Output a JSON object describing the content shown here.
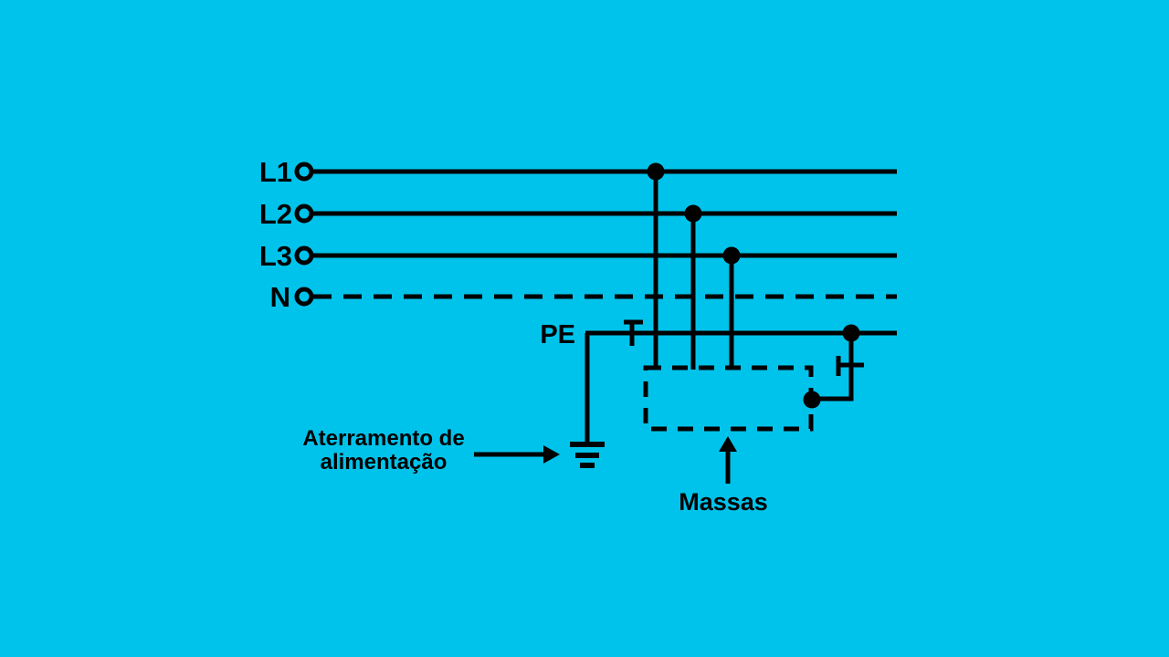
{
  "colors": {
    "background": "#00C3EB",
    "ink": "#000000"
  },
  "diagram": {
    "conductors": [
      {
        "label": "L1",
        "line_style": "solid",
        "terminal": "open-circle"
      },
      {
        "label": "L2",
        "line_style": "solid",
        "terminal": "open-circle"
      },
      {
        "label": "L3",
        "line_style": "solid",
        "terminal": "open-circle"
      },
      {
        "label": "N",
        "line_style": "dashed",
        "terminal": "open-circle"
      },
      {
        "label": "PE",
        "line_style": "solid",
        "terminal": "none"
      }
    ],
    "annotations": {
      "supply_earthing": {
        "line1": "Aterramento de",
        "line2": "alimentação",
        "points_to": "earth-ground-symbol"
      },
      "masses": {
        "label": "Massas",
        "points_to": "masses-dashed-box"
      }
    }
  }
}
